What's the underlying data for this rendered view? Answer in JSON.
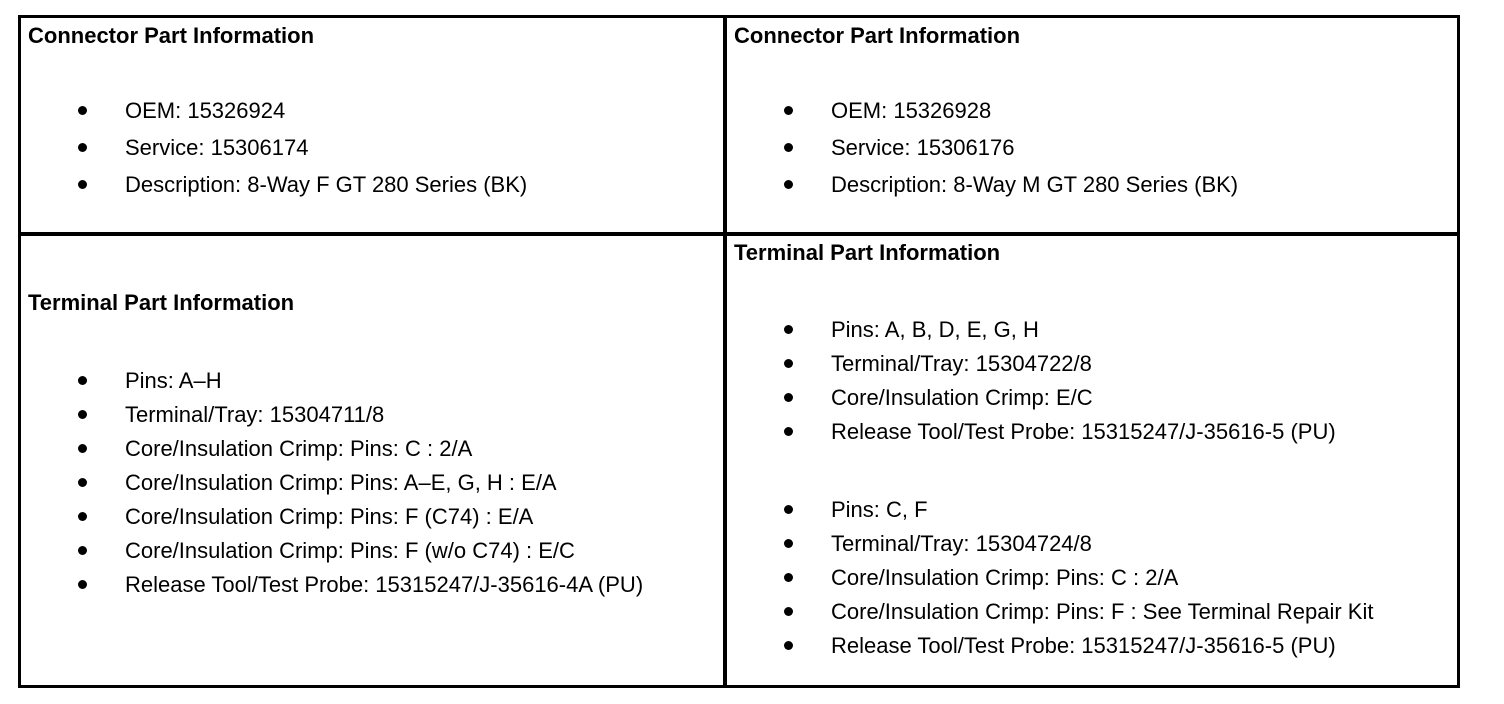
{
  "colors": {
    "border_color": "#000000",
    "text_color": "#000000",
    "background": "#ffffff"
  },
  "cells": {
    "connector_left": {
      "title": "Connector Part Information",
      "groups": [
        [
          "OEM: 15326924",
          "Service: 15306174",
          "Description: 8-Way F GT 280 Series (BK)"
        ]
      ]
    },
    "connector_right": {
      "title": "Connector Part Information",
      "groups": [
        [
          "OEM: 15326928",
          "Service: 15306176",
          "Description: 8-Way M GT 280 Series (BK)"
        ]
      ]
    },
    "terminal_left": {
      "title": "Terminal Part Information",
      "groups": [
        [
          "Pins: A–H",
          "Terminal/Tray: 15304711/8",
          "Core/Insulation Crimp: Pins: C : 2/A",
          "Core/Insulation Crimp: Pins: A–E, G, H : E/A",
          "Core/Insulation Crimp: Pins: F (C74) : E/A",
          "Core/Insulation Crimp: Pins: F (w/o C74) : E/C",
          "Release Tool/Test Probe: 15315247/J-35616-4A (PU)"
        ]
      ]
    },
    "terminal_right": {
      "title": "Terminal Part Information",
      "groups": [
        [
          "Pins: A, B, D, E, G, H",
          "Terminal/Tray: 15304722/8",
          "Core/Insulation Crimp: E/C",
          "Release Tool/Test Probe: 15315247/J-35616-5 (PU)"
        ],
        [
          "Pins: C, F",
          "Terminal/Tray: 15304724/8",
          "Core/Insulation Crimp: Pins: C : 2/A",
          "Core/Insulation Crimp: Pins: F : See Terminal Repair Kit",
          "Release Tool/Test Probe: 15315247/J-35616-5 (PU)"
        ]
      ]
    }
  }
}
